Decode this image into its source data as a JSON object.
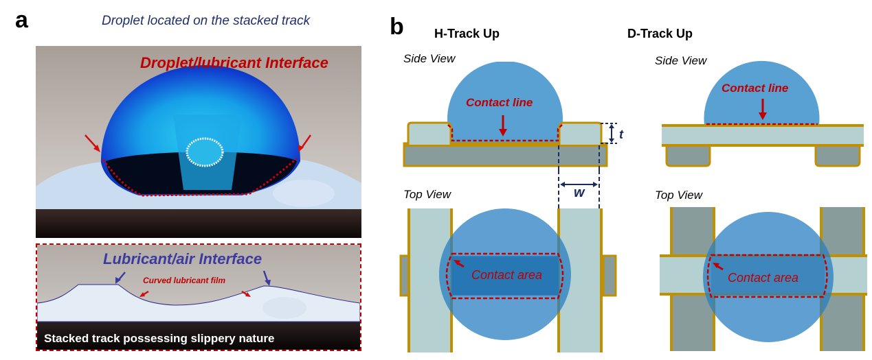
{
  "panel_a": {
    "label": "a",
    "caption": "Droplet located on the stacked track",
    "top_photo": {
      "title": "Droplet/lubricant Interface"
    },
    "bottom_photo": {
      "title": "Lubricant/air Interface",
      "annotation": "Curved lubricant film",
      "caption": "Stacked track possessing slippery nature"
    }
  },
  "panel_b": {
    "label": "b",
    "columns": [
      {
        "title": "H-Track Up",
        "side_view_label": "Side View",
        "side_annotation": "Contact line",
        "top_view_label": "Top View",
        "top_annotation": "Contact area",
        "dimension_t": "t",
        "dimension_w": "w"
      },
      {
        "title": "D-Track Up",
        "side_view_label": "Side View",
        "side_annotation": "Contact line",
        "top_view_label": "Top View",
        "top_annotation": "Contact area"
      }
    ]
  },
  "colors": {
    "droplet_blue": "#5aa1d3",
    "contact_red": "#c00000",
    "track_gold": "#c09000",
    "light_track": "#b4d0d0",
    "dark_track": "#889c9c",
    "dimension_navy": "#1b2a5e"
  }
}
